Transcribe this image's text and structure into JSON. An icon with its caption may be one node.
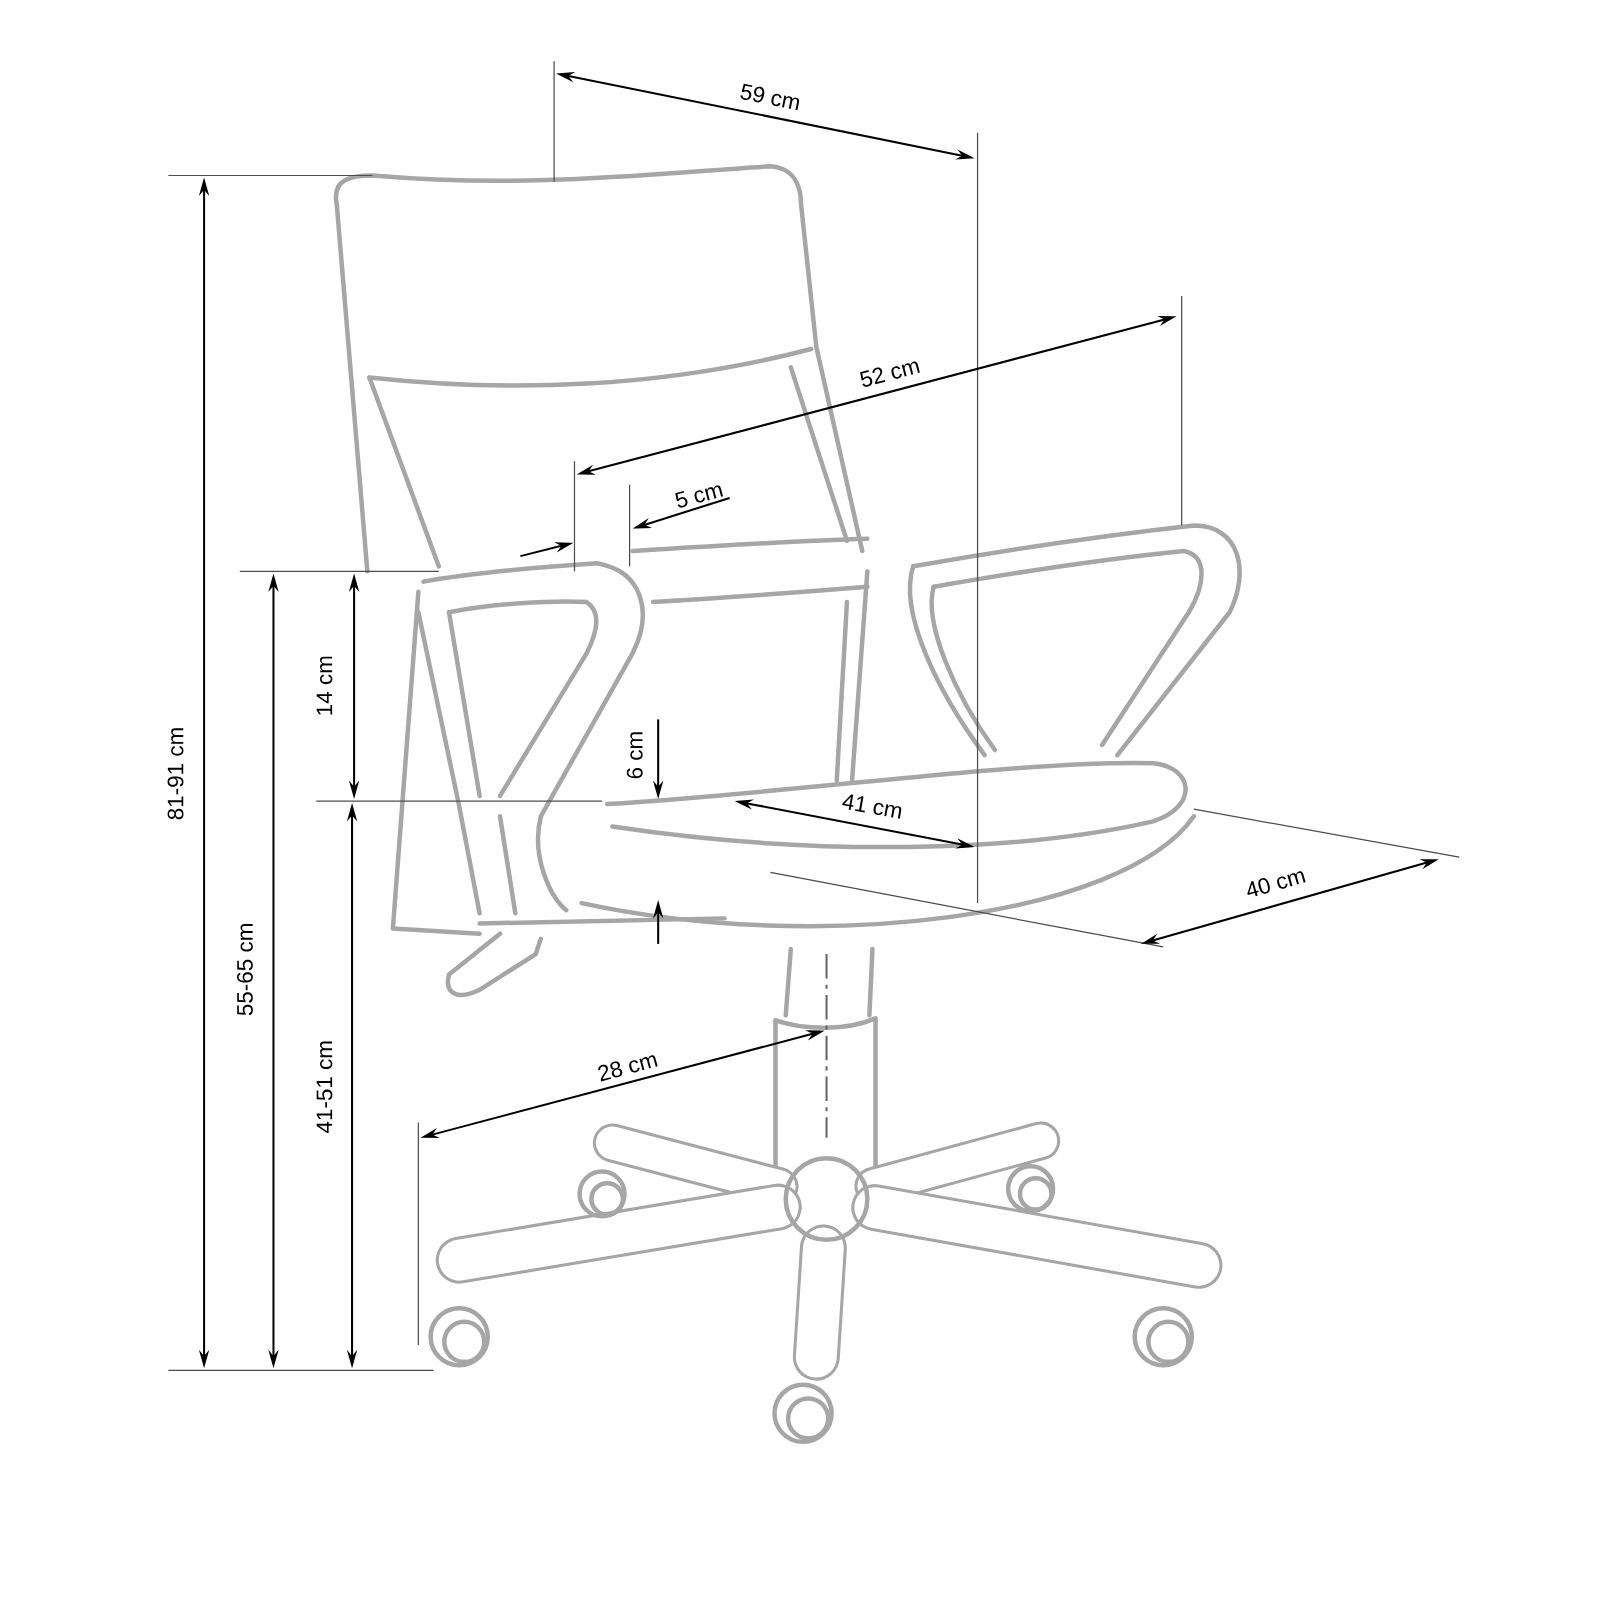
{
  "diagram": {
    "labels": [
      "59 cm",
      "52 cm",
      "5 cm",
      "14 cm",
      "6 cm",
      "41 cm",
      "81-91 cm",
      "40 cm",
      "55-65 cm",
      "28 cm",
      "41-51 cm"
    ]
  }
}
